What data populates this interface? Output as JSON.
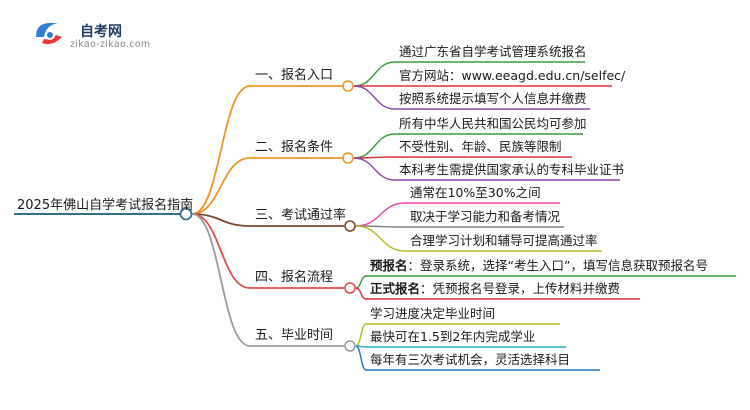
{
  "logo": {
    "title": "自考网",
    "subtitle": "zikao-zikao.com"
  },
  "root": {
    "label": "2025年佛山自学考试报名指南",
    "color": "#2f6f8f"
  },
  "branches": [
    {
      "label": "一、报名入口",
      "color": "#f0932b",
      "leaves": [
        {
          "text": "通过广东省自学考试管理系统报名",
          "color": "#3c9a3c"
        },
        {
          "text": "官方网站：www.eeagd.edu.cn/selfec/",
          "color": "#d9323a"
        },
        {
          "text": "按照系统提示填写个人信息并缴费",
          "color": "#8e44ad"
        }
      ]
    },
    {
      "label": "二、报名条件",
      "color": "#f0932b",
      "leaves": [
        {
          "text": "所有中华人民共和国公民均可参加",
          "color": "#3c9a3c"
        },
        {
          "text": "不受性别、年龄、民族等限制",
          "color": "#d9323a"
        },
        {
          "text": "本科考生需提供国家承认的专科毕业证书",
          "color": "#8e44ad"
        }
      ]
    },
    {
      "label": "三、考试通过率",
      "color": "#7b4a2e",
      "leaves": [
        {
          "text": "通常在10%至30%之间",
          "color": "#e84aa6"
        },
        {
          "text": "取决于学习能力和备考情况",
          "color": "#7f7f7f"
        },
        {
          "text": "合理学习计划和辅导可提高通过率",
          "color": "#b9bb22"
        }
      ]
    },
    {
      "label": "四、报名流程",
      "color": "#e34b4b",
      "leaves": [
        {
          "bold": "预报名",
          "text": "：登录系统，选择“考生入口”，填写信息获取预报名号",
          "color": "#3c9a3c"
        },
        {
          "bold": "正式报名",
          "text": "：凭预报名号登录，上传材料并缴费",
          "color": "#d9323a"
        }
      ]
    },
    {
      "label": "五、毕业时间",
      "color": "#9a9a9a",
      "leaves": [
        {
          "text": "学习进度决定毕业时间",
          "color": "#b9bb22"
        },
        {
          "text": "最快可在1.5到2年内完成学业",
          "color": "#20b0c0"
        },
        {
          "text": "每年有三次考试机会，灵活选择科目",
          "color": "#1f77c4"
        }
      ]
    }
  ]
}
